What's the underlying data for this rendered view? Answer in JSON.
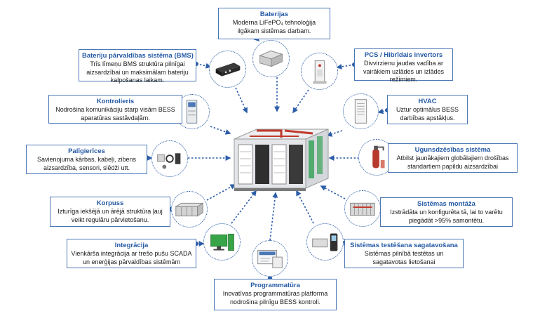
{
  "components": {
    "baterijas": {
      "title": "Baterijas",
      "desc": "Moderna LiFePO₄ tehnoloģija ilgākam sistēmas darbam."
    },
    "bms": {
      "title": "Bateriju pārvaldības sistēma (BMS)",
      "desc": "Trīs līmeņu BMS struktūra pilnīgai aizsardzībai un maksimālam bateriju kalpošanas laikam."
    },
    "pcs": {
      "title": "PCS / Hibrīdais invertors",
      "desc": "Divvirzienu jaudas vadība ar vairākiem uzlādes un izlādes režīmiem."
    },
    "kontrolieris": {
      "title": "Kontrolieris",
      "desc": "Nodrošina komunikāciju starp visām BESS aparatūras sastāvdaļām."
    },
    "hvac": {
      "title": "HVAC",
      "desc": "Uztur optimālus BESS darbības apstākļus."
    },
    "paligierices": {
      "title": "Palīgierīces",
      "desc": "Savienojuma kārbas, kabeļi, zibens aizsardzība, sensori, slēdži utt."
    },
    "ugunsdzesibas": {
      "title": "Ugunsdzēsības sistēma",
      "desc": "Atbilst jaunākajiem globālajiem drošības standartiem papildu aizsardzībai"
    },
    "korpuss": {
      "title": "Korpuss",
      "desc": "Izturīga iekšējā un ārējā struktūra ļauj veikt regulāru pārvietošanu."
    },
    "montaza": {
      "title": "Sistēmas montāža",
      "desc": "Izstrādāta un konfigurēta tā, lai to varētu piegādāt >95% samontētu."
    },
    "integracija": {
      "title": "Integrācija",
      "desc": "Vienkārša integrācija ar trešo pušu SCADA un enerģijas pārvaldības sistēmām"
    },
    "testesana": {
      "title": "Sistēmas testēšana sagatavošana",
      "desc": "Sistēmas pilnībā testētas un sagatavotas lietošanai"
    },
    "programmatura": {
      "title": "Programmatūra",
      "desc": "Inovatīvas programmatūras platforma nodrošina pilnīgu BESS kontroli."
    }
  },
  "colors": {
    "title_blue": "#2459a4",
    "connector_blue": "#2c5da8",
    "box_border": "#4a77b5",
    "cabinet_frame": "#9a9a9a",
    "cable_red": "#c0392b",
    "bus_green": "#3aa35a",
    "monitor_green": "#37a447"
  },
  "icons": {
    "center": "bess-container-icon",
    "baterijas": "battery-module-icon",
    "bms": "bms-unit-icon",
    "pcs": "inverter-cabinet-icon",
    "kontrolieris": "controller-cabinet-icon",
    "hvac": "air-conditioner-icon",
    "paligierices": "accessories-icon",
    "ugunsdzesibas": "fire-suppression-icon",
    "korpuss": "enclosure-frame-icon",
    "montaza": "assembled-racks-icon",
    "integracija": "desktop-computer-icon",
    "testesana": "test-equipment-icon",
    "programmatura": "software-screen-icon"
  }
}
